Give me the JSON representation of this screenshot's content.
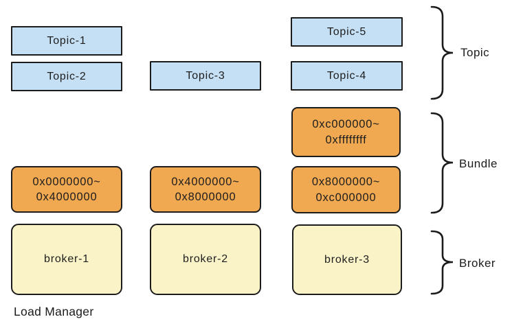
{
  "colors": {
    "topic_fill": "#c5dff4",
    "bundle_fill": "#f0a951",
    "broker_fill": "#faf3c8",
    "border": "#1b1b1b"
  },
  "topics": [
    {
      "label": "Topic-1"
    },
    {
      "label": "Topic-2"
    },
    {
      "label": "Topic-3"
    },
    {
      "label": "Topic-4"
    },
    {
      "label": "Topic-5"
    }
  ],
  "bundles": [
    {
      "label": "0x0000000~\n0x4000000"
    },
    {
      "label": "0x4000000~\n0x8000000"
    },
    {
      "label": "0x8000000~\n0xc000000"
    },
    {
      "label": "0xc000000~\n0xffffffff"
    }
  ],
  "brokers": [
    {
      "label": "broker-1"
    },
    {
      "label": "broker-2"
    },
    {
      "label": "broker-3"
    }
  ],
  "legend": {
    "topic": "Topic",
    "bundle": "Bundle",
    "broker": "Broker"
  },
  "footer": {
    "label": "Load Manager"
  }
}
